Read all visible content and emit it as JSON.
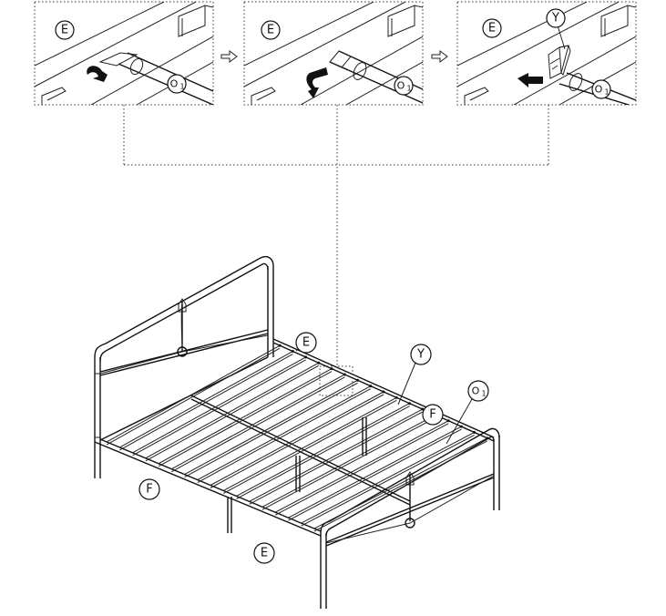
{
  "labels": {
    "e": "E",
    "f": "F",
    "y": "Y",
    "o": "O",
    "o_sub": "1"
  },
  "panels": [
    {
      "part_label": "E",
      "fitting_label": "O",
      "fitting_sub": "1"
    },
    {
      "part_label": "E",
      "fitting_label": "O",
      "fitting_sub": "1"
    },
    {
      "part_label": "E",
      "part2_label": "Y",
      "fitting_label": "O",
      "fitting_sub": "1"
    }
  ],
  "main_callouts": {
    "e_top": "E",
    "y": "Y",
    "o": "O",
    "o_sub": "1",
    "f_right": "F",
    "f_left": "F",
    "e_bottom": "E"
  },
  "icons": [
    "step-arrow-icon",
    "rotate-arrow-icon",
    "push-arrow-icon"
  ]
}
